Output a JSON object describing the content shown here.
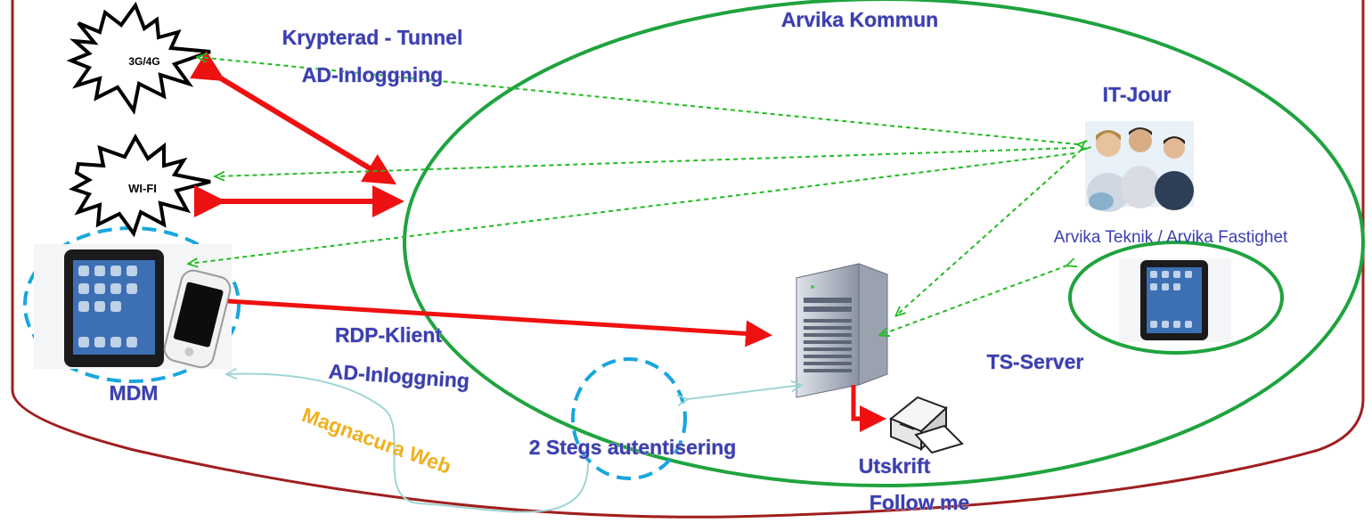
{
  "labels": {
    "tunnel": "Krypterad - Tunnel",
    "ad_login_top": "AD-Inloggning",
    "kommun": "Arvika Kommun",
    "it_jour": "IT-Jour",
    "teknik": "Arvika Teknik / Arvika Fastighet",
    "rdp": "RDP-Klient",
    "ad_login_bottom": "AD-Inloggning",
    "mdm": "MDM",
    "ts_server": "TS-Server",
    "magnacura": "Magnacura Web",
    "two_step": "2 Stegs autentisering",
    "utskrift": "Utskrift",
    "follow_me": "Follow me",
    "burst_3g": "3G/4G",
    "burst_wifi": "WI-FI"
  },
  "icons": {
    "burst_3g": "starburst-icon",
    "burst_wifi": "starburst-icon",
    "tablet": "tablet-icon",
    "phone": "smartphone-icon",
    "people": "people-icon",
    "server": "server-icon",
    "printer": "printer-icon"
  },
  "colors": {
    "outline": "#A01E1E",
    "zone": "#1FA33F",
    "label": "#3A3FB2",
    "secure_link": "#EE1111",
    "remote_link": "#22BB22",
    "web_link": "#9FD4D4",
    "mdm_circle": "#18A6DE",
    "magnacura": "#F0B020"
  }
}
